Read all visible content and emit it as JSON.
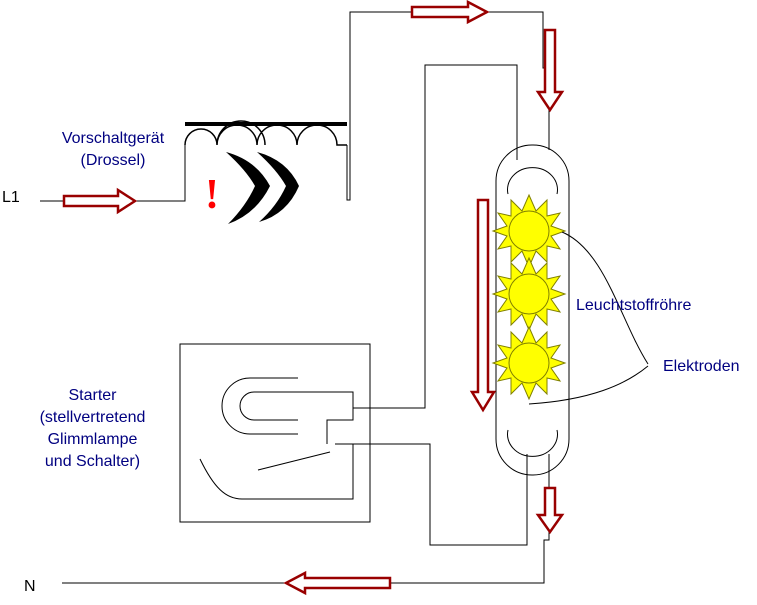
{
  "labels": {
    "l1": "L1",
    "n": "N",
    "ballast_line1": "Vorschaltgerät",
    "ballast_line2": "(Drossel)",
    "starter_line1": "Starter",
    "starter_line2": "(stellvertretend",
    "starter_line3": "Glimmlampe",
    "starter_line4": "und Schalter)",
    "tube": "Leuchtstoffröhre",
    "electrodes": "Elektroden",
    "warning_mark": "!"
  },
  "colors": {
    "wire": "#000000",
    "arrow_outline": "#990000",
    "arrow_fill": "#ffffff",
    "label": "#000080",
    "sun_fill": "#ffff00",
    "sun_stroke": "#808000",
    "warning": "#ff0000"
  }
}
